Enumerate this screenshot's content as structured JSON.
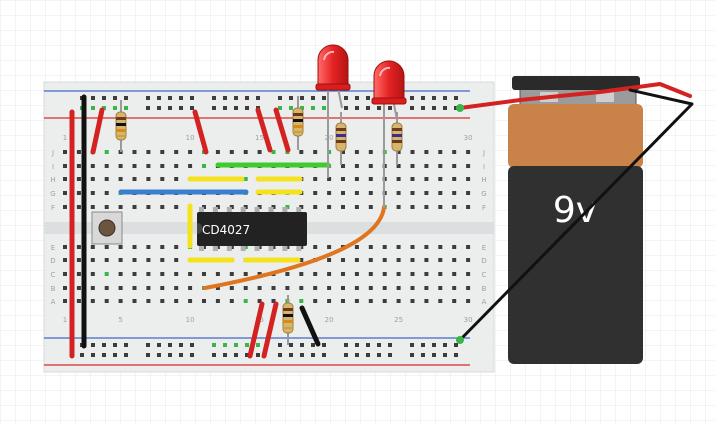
{
  "breadboard": {
    "column_labels": [
      "1",
      "5",
      "10",
      "15",
      "20",
      "25",
      "30"
    ],
    "row_labels_top": [
      "J",
      "I",
      "H",
      "G",
      "F"
    ],
    "row_labels_bottom": [
      "E",
      "D",
      "C",
      "B",
      "A"
    ]
  },
  "chip": {
    "label": "CD4027"
  },
  "battery": {
    "label": "9v"
  },
  "colors": {
    "background": "#ffffff",
    "grid": "#e4e8ec",
    "board": "#eceeee",
    "hole": "#3c3c3c",
    "hole_active": "#39b54a",
    "rail_red": "#d82a2a",
    "rail_blue": "#3e67c4",
    "wire_red": "#d42222",
    "wire_black": "#111111",
    "wire_green": "#3fcb2e",
    "wire_yellow": "#f4e21e",
    "wire_blue": "#3a7ed0",
    "wire_orange": "#e07520",
    "chip": "#222222",
    "led": "#ee2b2b",
    "battery_top": "#c98248",
    "battery_body": "#303030"
  }
}
